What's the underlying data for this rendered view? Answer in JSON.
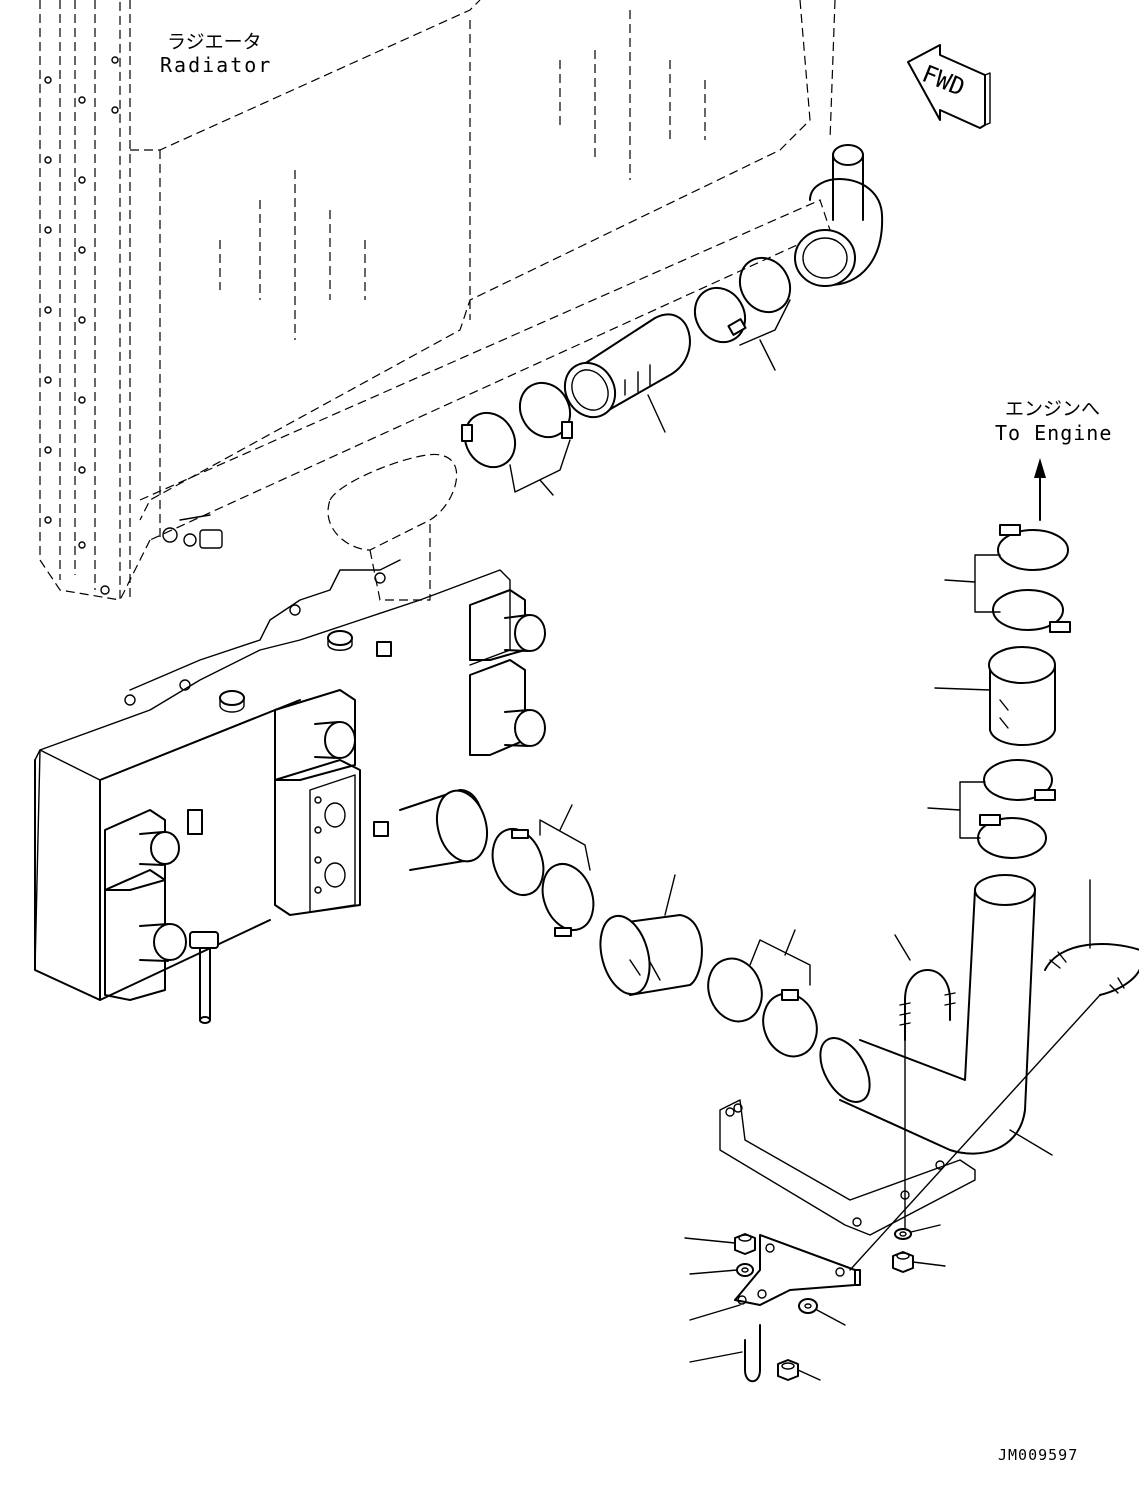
{
  "labels": {
    "radiator_jp": "ラジエータ",
    "radiator_en": "Radiator",
    "to_engine_jp": "エンジンへ",
    "to_engine_en": "To Engine",
    "fwd": "FWD",
    "drawing_id": "JM009597"
  },
  "components": [
    "radiator",
    "aftercooler",
    "upper-hose",
    "upper-hose-clamps",
    "outlet-hose",
    "outlet-hose-clamps",
    "engine-hose",
    "engine-hose-clamps",
    "lower-hose",
    "lower-hose-clamps",
    "bent-tube",
    "u-bolt",
    "bracket",
    "mount-bracket",
    "nuts",
    "washers"
  ]
}
